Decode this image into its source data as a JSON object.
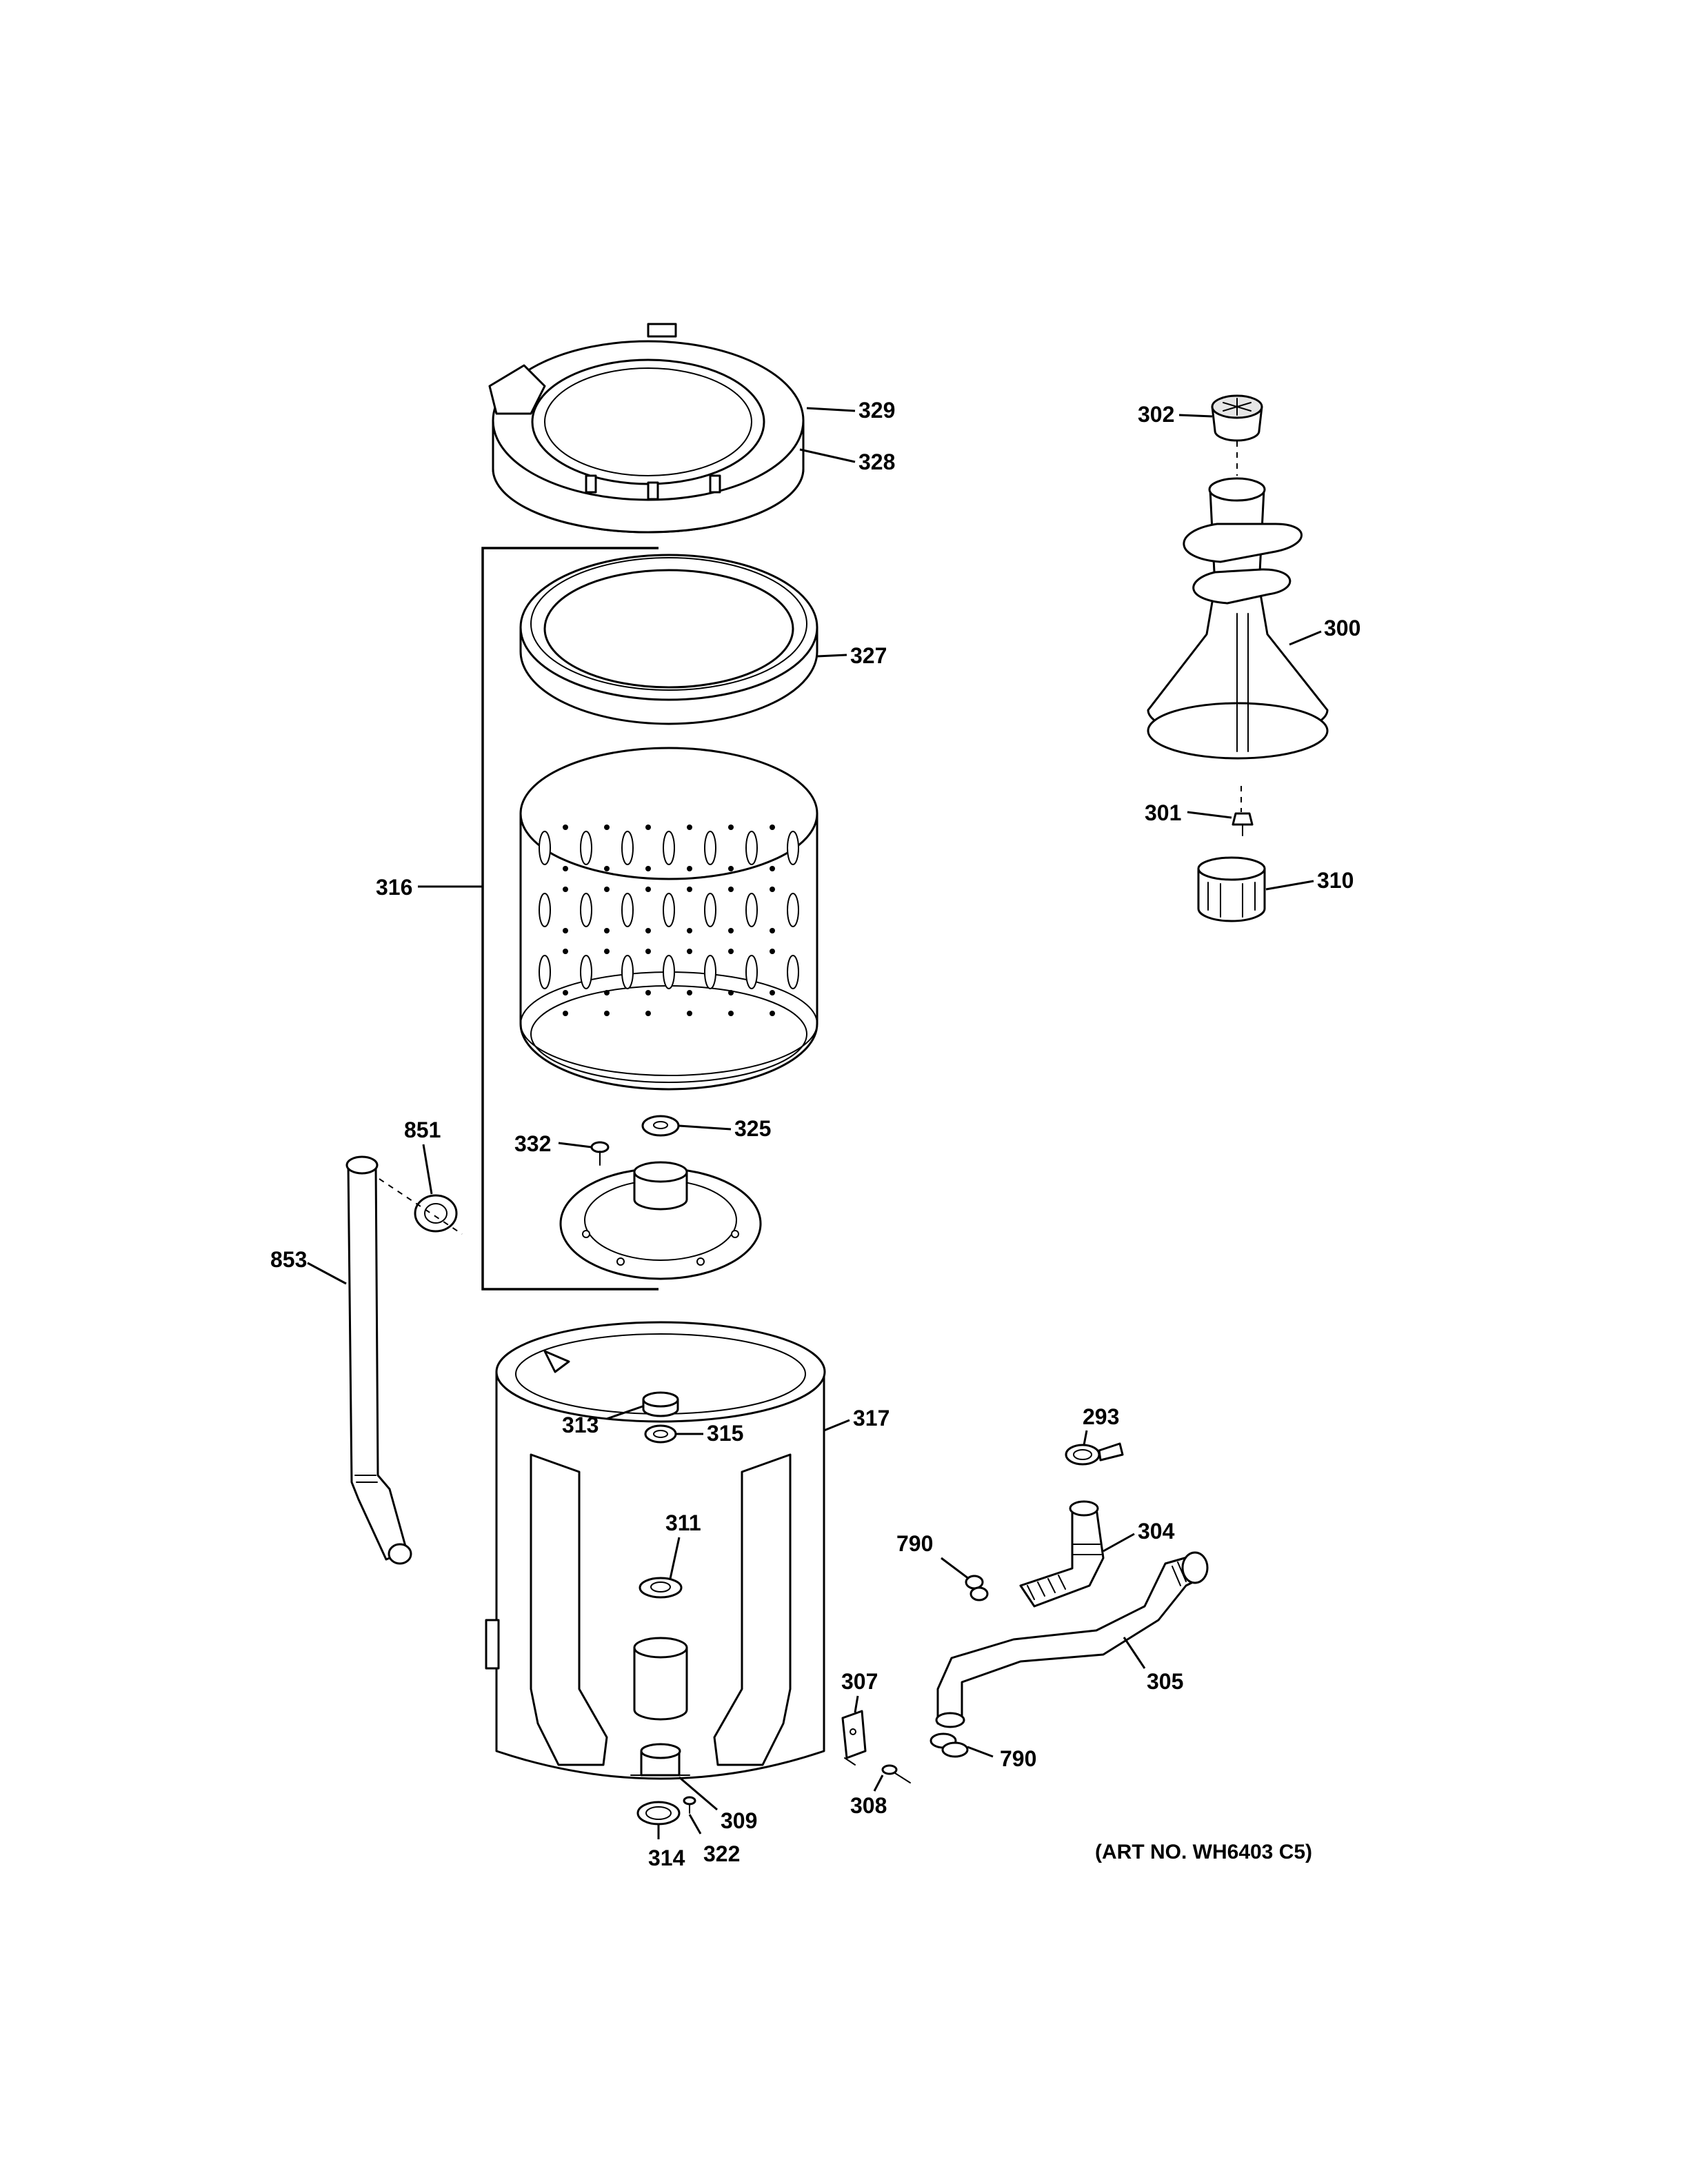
{
  "art_number": "(ART NO. WH6403 C5)",
  "callouts": {
    "p329": "329",
    "p328": "328",
    "p327": "327",
    "p316": "316",
    "p325": "325",
    "p332": "332",
    "p302": "302",
    "p300": "300",
    "p301": "301",
    "p310": "310",
    "p851": "851",
    "p853": "853",
    "p313": "313",
    "p315": "315",
    "p317": "317",
    "p311": "311",
    "p293": "293",
    "p304": "304",
    "p790a": "790",
    "p305": "305",
    "p307": "307",
    "p790b": "790",
    "p308": "308",
    "p309": "309",
    "p322": "322",
    "p314": "314"
  }
}
